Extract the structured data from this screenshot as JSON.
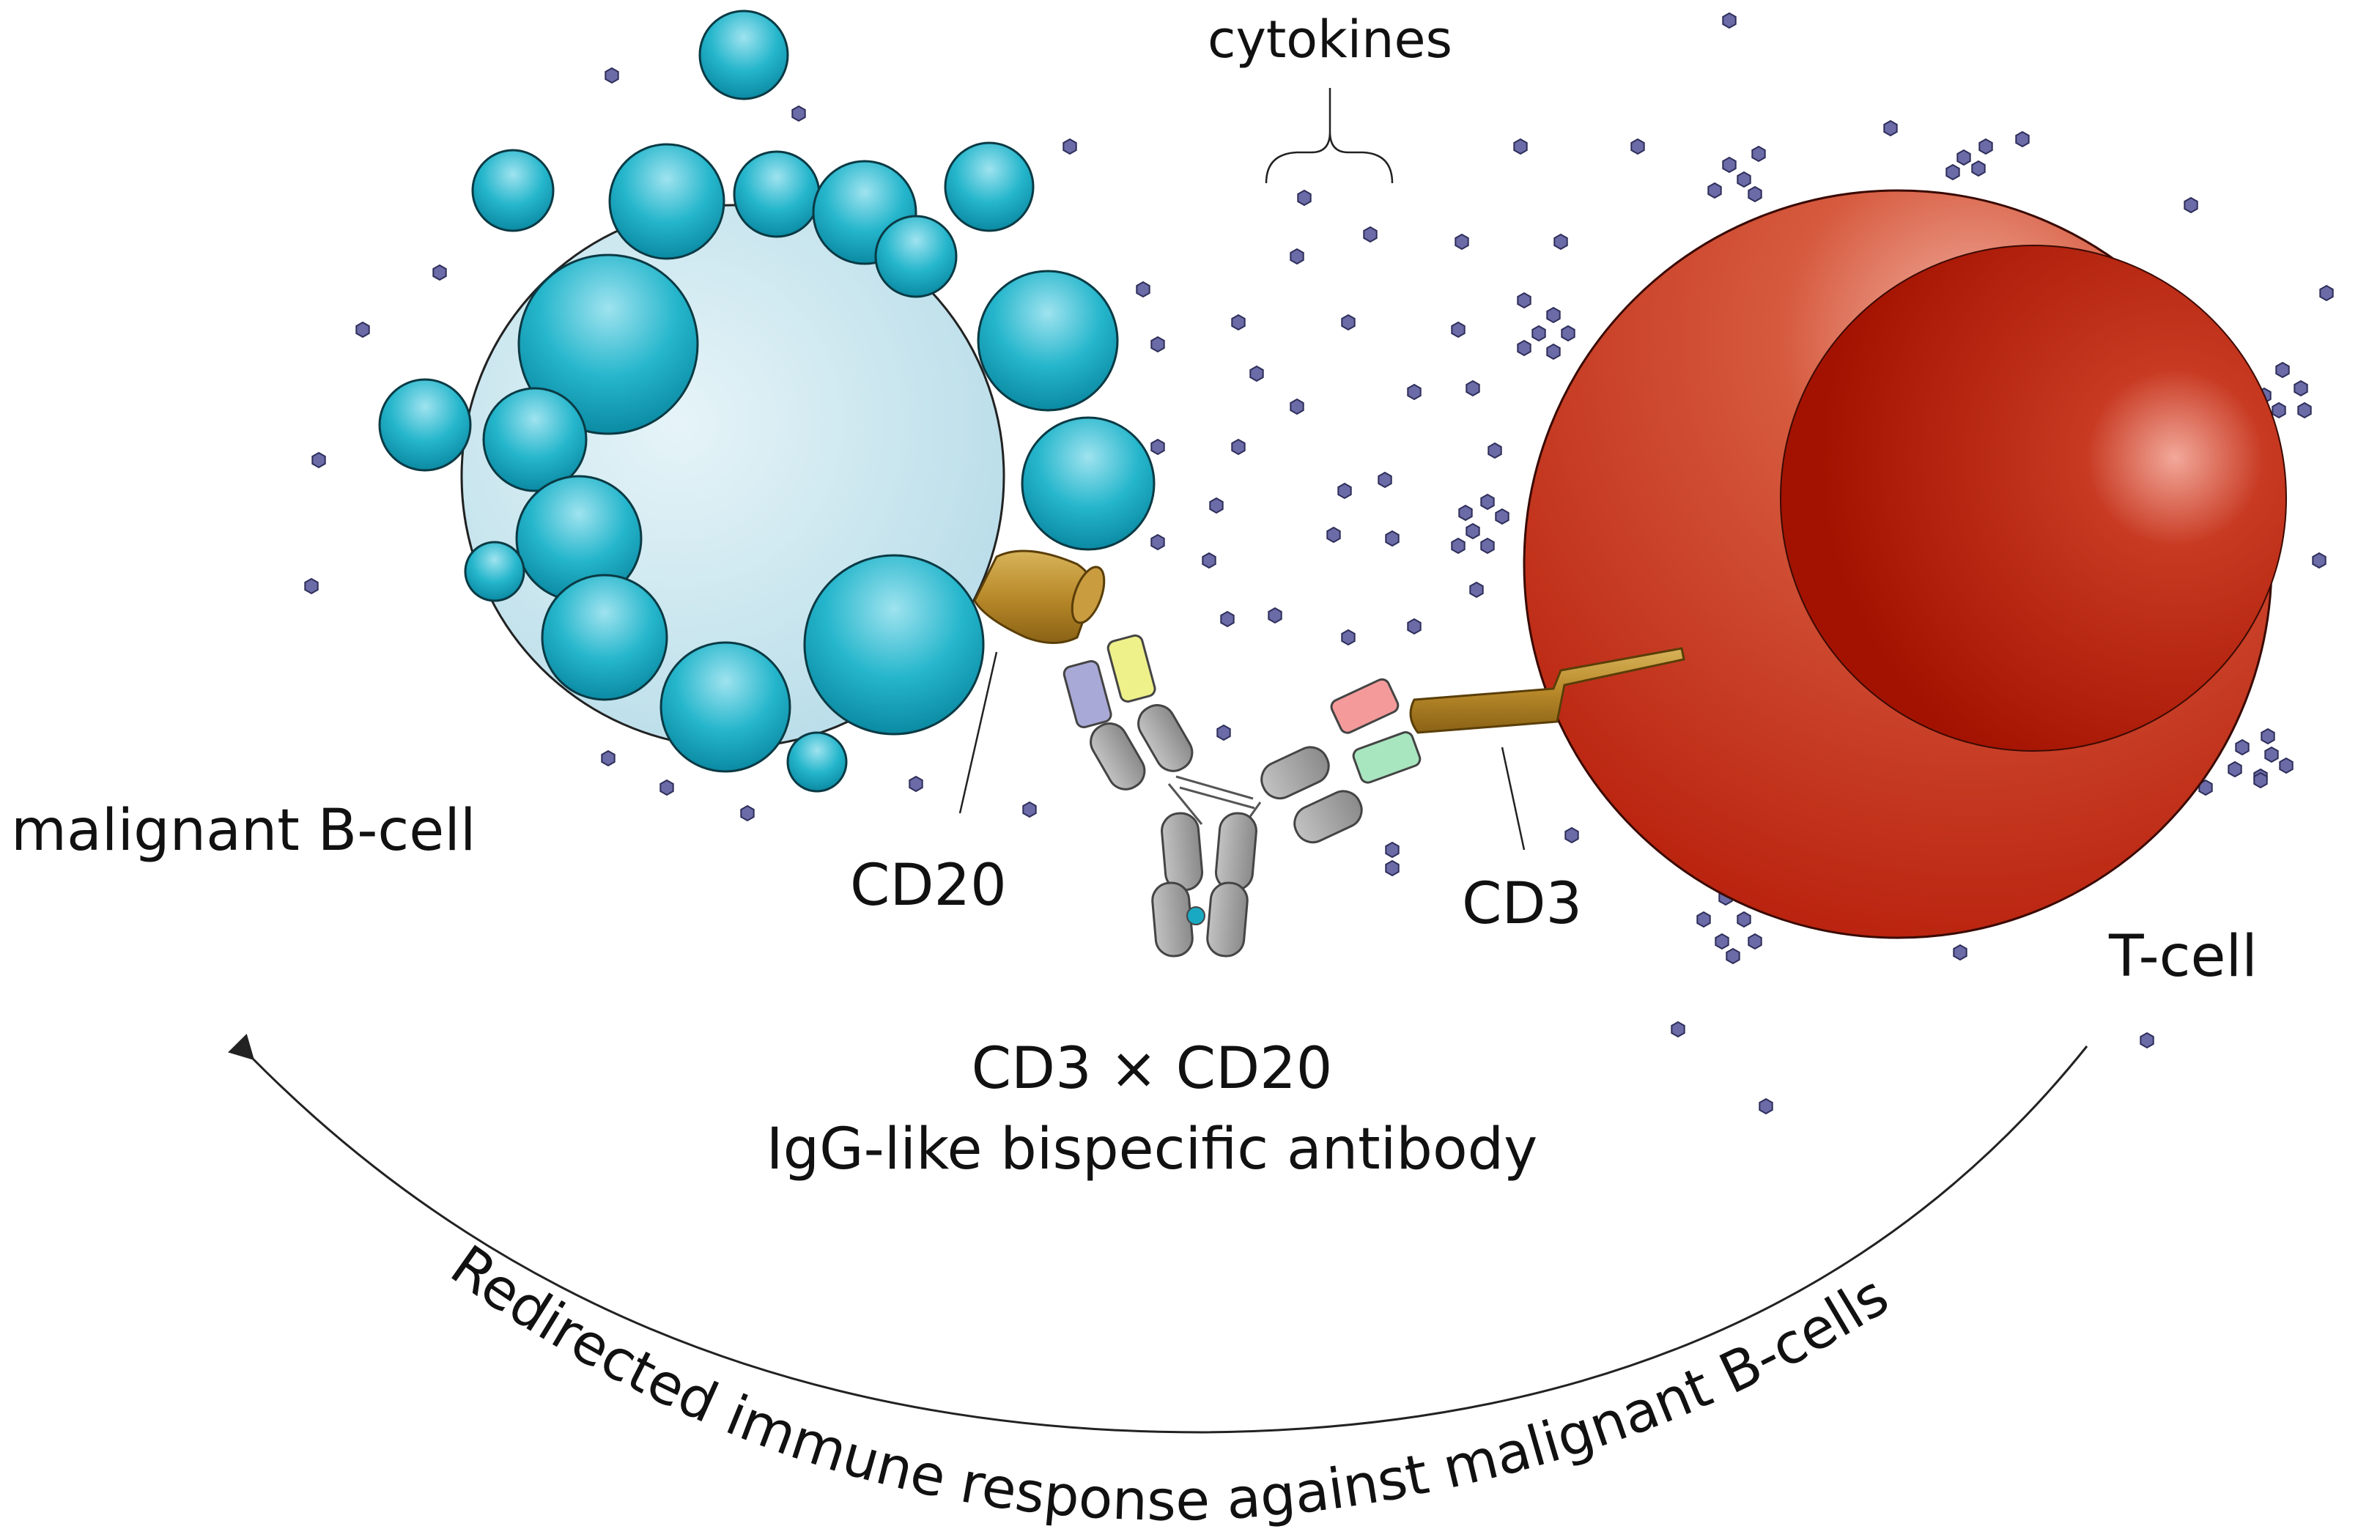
{
  "labels": {
    "cytokines": "cytokines",
    "malignant_b_cell": "malignant B-cell",
    "cd20": "CD20",
    "cd3": "CD3",
    "t_cell": "T-cell",
    "antibody_line1": "CD3 × CD20",
    "antibody_line2": "IgG-like bispecific antibody",
    "arc_caption": "Redirected immune response against malignant B-cells"
  },
  "colors": {
    "b_cell_body": "#cfe8f0",
    "b_cell_bleb": "#17a9c2",
    "t_cell_outer": "#c43a22",
    "t_cell_nucleus": "#a61604",
    "receptor_gold": "#b98a2a",
    "antibody_gray": "#9a9a9a",
    "cytokine": "#6b6ba8"
  }
}
